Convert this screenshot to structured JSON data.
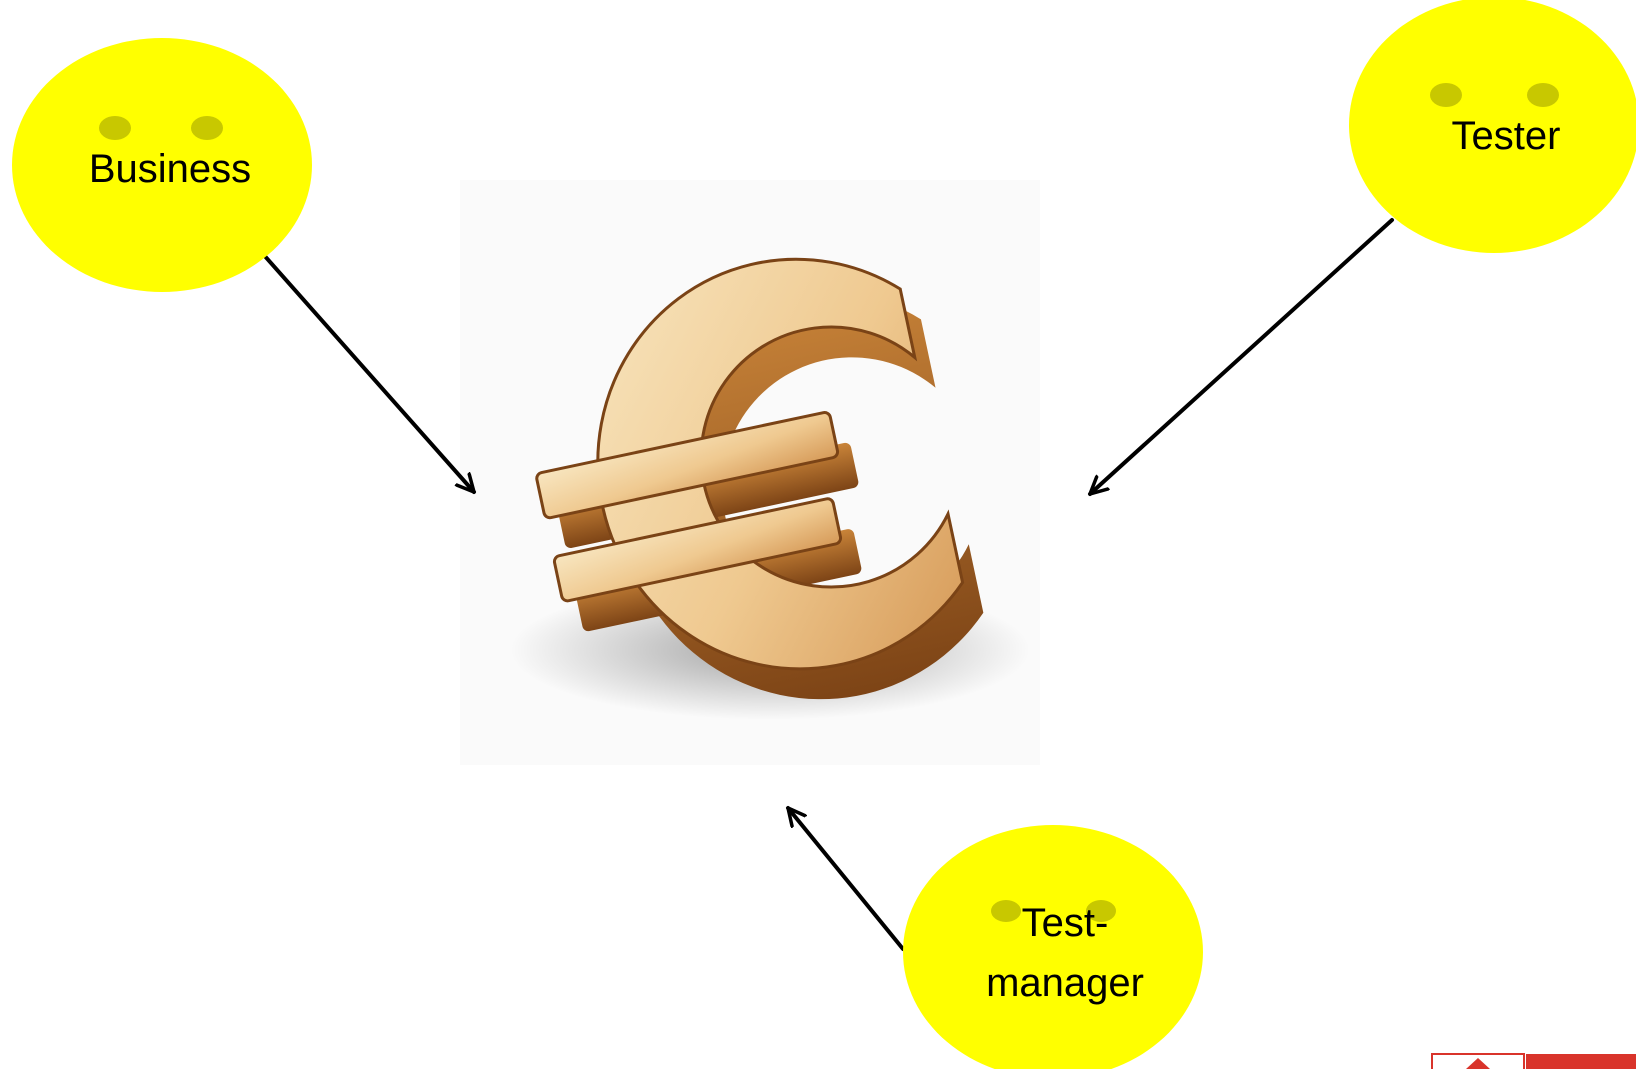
{
  "diagram": {
    "center_symbol": "euro-coin-icon",
    "actors": [
      {
        "id": "business",
        "label": "Business",
        "icon": "smiley-face-icon"
      },
      {
        "id": "tester",
        "label": "Tester",
        "icon": "smiley-face-icon"
      },
      {
        "id": "test_manager",
        "label_lines": [
          "Test-",
          "manager"
        ],
        "icon": "smiley-face-icon"
      }
    ],
    "arrows": [
      {
        "from": "business",
        "to": "euro"
      },
      {
        "from": "tester",
        "to": "euro"
      },
      {
        "from": "test_manager",
        "to": "euro"
      }
    ]
  },
  "colors": {
    "face_fill": "#ffff00",
    "eye_fill": "#c8c800",
    "arrow": "#000000",
    "euro_light": "#f6dcae",
    "euro_mid": "#e2aa6a",
    "euro_dark": "#9a5a22",
    "logo_red": "#d9342b"
  }
}
